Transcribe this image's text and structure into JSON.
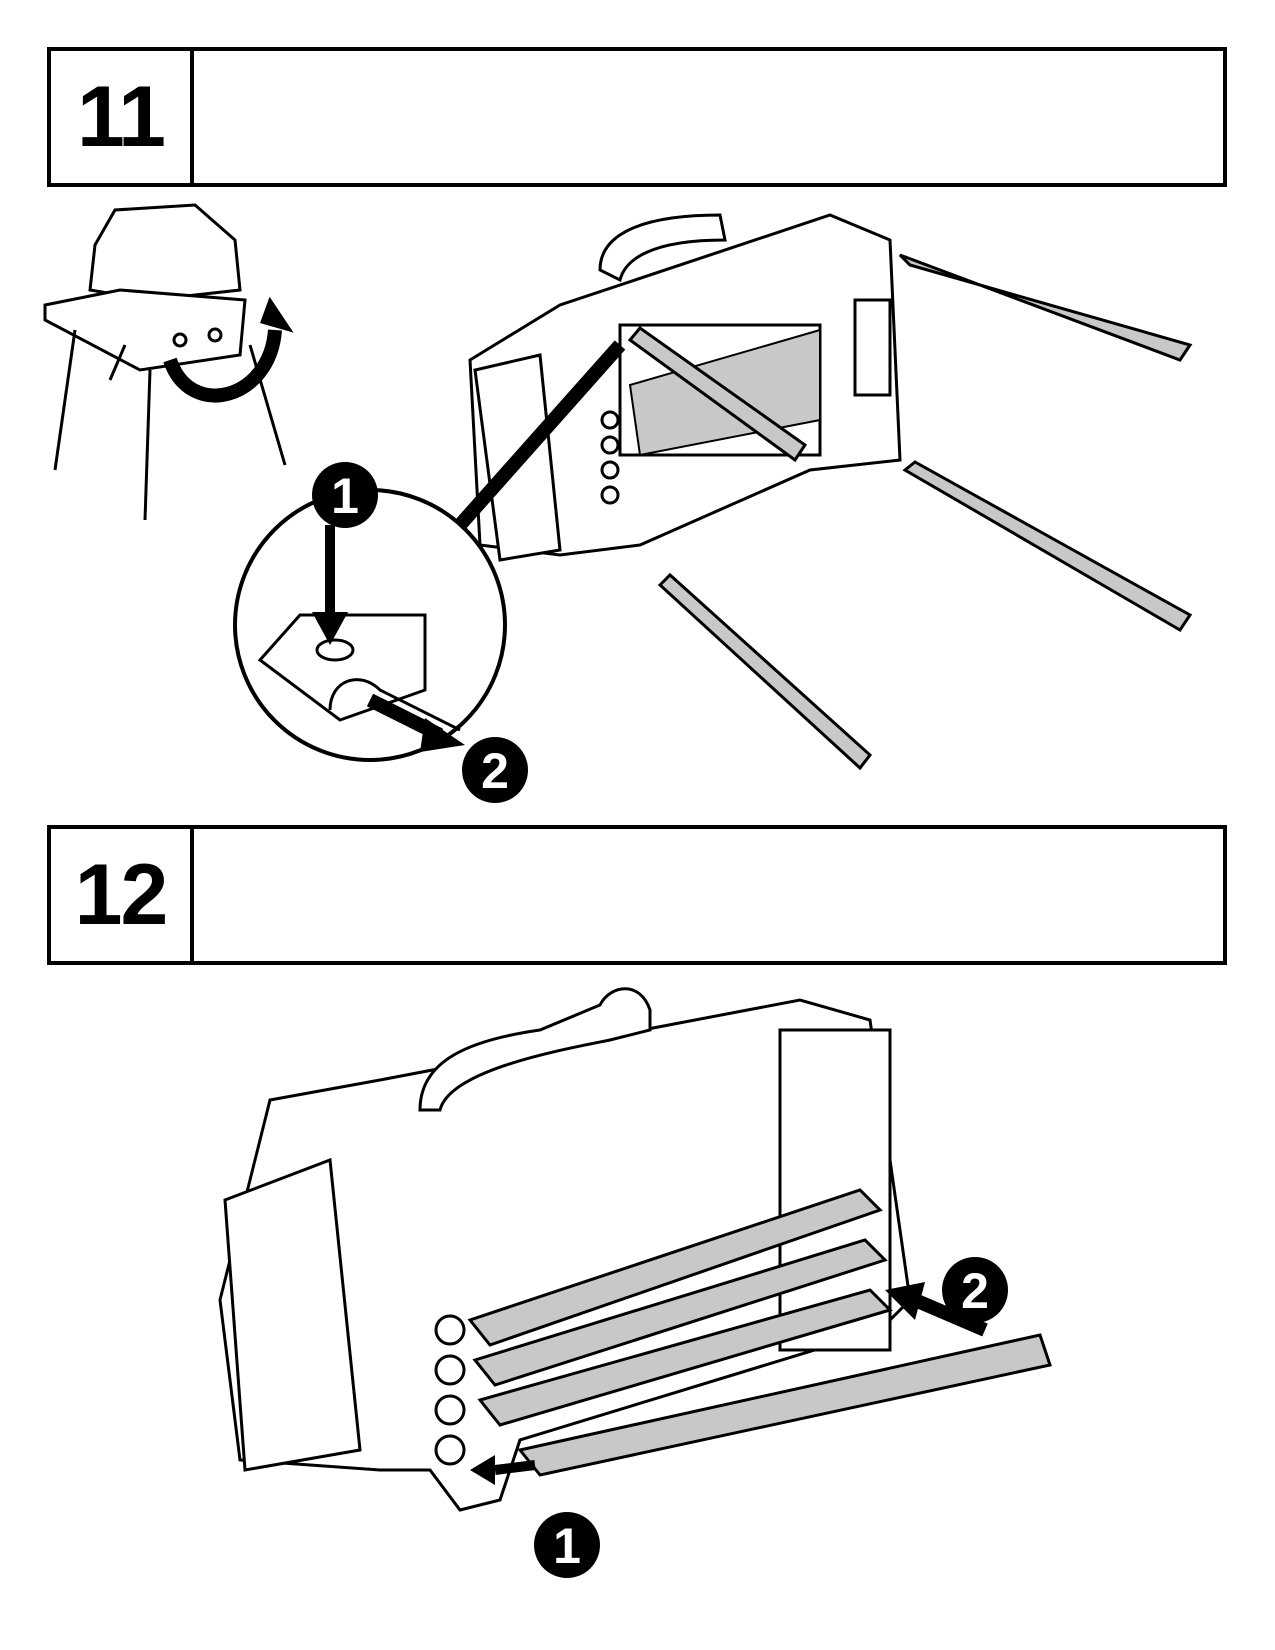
{
  "steps": [
    {
      "number": "11",
      "instruction": ""
    },
    {
      "number": "12",
      "instruction": ""
    }
  ],
  "callouts": {
    "step11": [
      "1",
      "2"
    ],
    "step12": [
      "1",
      "2"
    ]
  },
  "colors": {
    "line": "#000000",
    "leg_fill": "#c8c8c8",
    "paper": "#ffffff"
  }
}
